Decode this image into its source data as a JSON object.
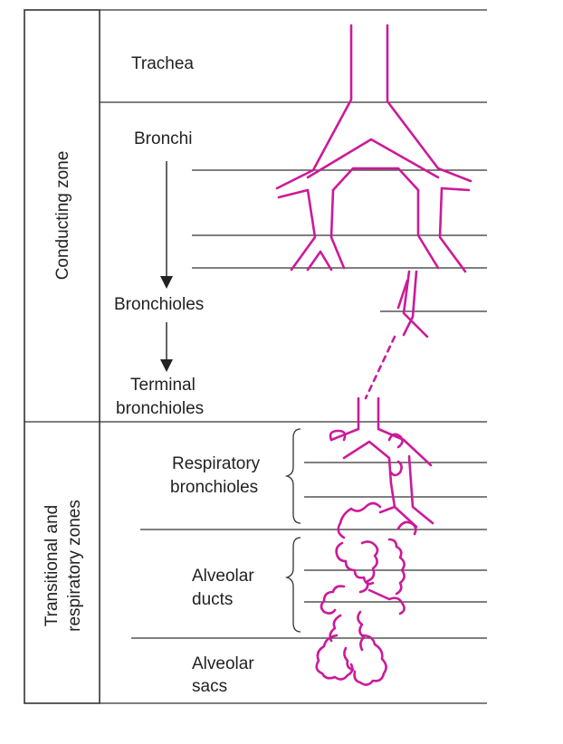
{
  "zones": {
    "conducting": "Conducting zone",
    "transitional_line1": "Transitional and",
    "transitional_line2": "respiratory zones"
  },
  "labels": {
    "trachea": "Trachea",
    "bronchi": "Bronchi",
    "bronchioles": "Bronchioles",
    "terminal_line1": "Terminal",
    "terminal_line2": "bronchioles",
    "respiratory_line1": "Respiratory",
    "respiratory_line2": "bronchioles",
    "ducts_line1": "Alveolar",
    "ducts_line2": "ducts",
    "sacs_line1": "Alveolar",
    "sacs_line2": "sacs"
  },
  "colors": {
    "airway": "#cc1a99",
    "lines": "#333333"
  }
}
